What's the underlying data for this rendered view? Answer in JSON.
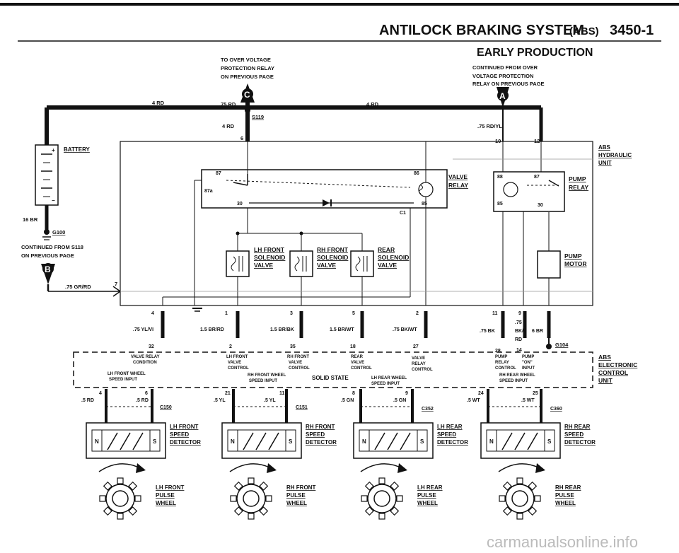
{
  "header": {
    "title": "ANTILOCK BRAKING SYSTEM",
    "title_suffix": "(ABS)",
    "page_number": "3450-1",
    "subtitle": "EARLY PRODUCTION"
  },
  "notes": {
    "overvoltage_line1": "TO OVER VOLTAGE",
    "overvoltage_line2": "PROTECTION RELAY",
    "overvoltage_line3": "ON PREVIOUS PAGE",
    "continued_line1": "CONTINUED FROM OVER",
    "continued_line2": "VOLTAGE PROTECTION",
    "continued_line3": "RELAY ON PREVIOUS PAGE",
    "s118_line1": "CONTINUED FROM S118",
    "s118_line2": "ON PREVIOUS PAGE"
  },
  "connectors": {
    "c": "C",
    "a": "A",
    "b": "B"
  },
  "wires": {
    "rd4_left": "4 RD",
    "rd75": ".75 RD",
    "rd4_right": "4 RD",
    "s119": "S119",
    "rd4_s119": "4 RD",
    "pin6": "6",
    "rdyl": ".75 RD/YL",
    "pin10": "10",
    "pin12": "12",
    "br16": "16 BR",
    "g100": "G100",
    "grrd": ".75 GR/RD",
    "pin7": "7"
  },
  "components": {
    "battery": "BATTERY",
    "abs_hydraulic_1": "ABS",
    "abs_hydraulic_2": "HYDRAULIC",
    "abs_hydraulic_3": "UNIT",
    "valve_relay_1": "VALVE",
    "valve_relay_2": "RELAY",
    "pump_relay_1": "PUMP",
    "pump_relay_2": "RELAY",
    "pump_motor_1": "PUMP",
    "pump_motor_2": "MOTOR",
    "lf_solenoid_1": "LH FRONT",
    "lf_solenoid_2": "SOLENOID",
    "lf_solenoid_3": "VALVE",
    "rf_solenoid_1": "RH FRONT",
    "rf_solenoid_2": "SOLENOID",
    "rf_solenoid_3": "VALVE",
    "rear_solenoid_1": "REAR",
    "rear_solenoid_2": "SOLENOID",
    "rear_solenoid_3": "VALVE",
    "ecu_1": "ABS",
    "ecu_2": "ELECTRONIC",
    "ecu_3": "CONTROL",
    "ecu_4": "UNIT",
    "solid_state": "SOLID STATE"
  },
  "relay_pins": {
    "v87": "87",
    "v87a": "87a",
    "v30": "30",
    "v86": "86",
    "v85": "85",
    "p88": "88",
    "p87": "87",
    "p85": "85",
    "p30": "30",
    "c1": "C1"
  },
  "hu_pins": {
    "p4": "4",
    "p1": "1",
    "p3": "3",
    "p5": "5",
    "p2": "2",
    "p11": "11",
    "p9": "9"
  },
  "hu_wires": {
    "w1": ".75 YL/VI",
    "w2": "1.5 BR/RD",
    "w3": "1.5 BR/BK",
    "w4": "1.5 BR/WT",
    "w5": ".75 BK/WT",
    "w6": ".75 BK",
    "w7a": ".75",
    "w7b": "BK/",
    "w7c": "RD",
    "w8": "6 BR"
  },
  "ecu_pins": {
    "p32": "32",
    "p2": "2",
    "p35": "35",
    "p18": "18",
    "p27": "27",
    "p28": "28",
    "p14": "14",
    "g104": "G104"
  },
  "ecu_functions": {
    "f1a": "VALVE RELAY",
    "f1b": "CONDITION",
    "f2a": "LH FRONT",
    "f2b": "VALVE",
    "f2c": "CONTROL",
    "f3a": "RH FRONT",
    "f3b": "VALVE",
    "f3c": "CONTROL",
    "f4a": "REAR",
    "f4b": "VALVE",
    "f4c": "CONTROL",
    "f5a": "VALVE",
    "f5b": "RELAY",
    "f5c": "CONTROL",
    "f6a": "PUMP",
    "f6b": "RELAY",
    "f6c": "CONTROL",
    "f7a": "PUMP",
    "f7b": "\"ON\"",
    "f7c": "INPUT",
    "lf_speed_a": "LH FRONT WHEEL",
    "lf_speed_b": "SPEED INPUT",
    "rf_speed_a": "RH FRONT WHEEL",
    "rf_speed_b": "SPEED INPUT",
    "lr_speed_a": "LH REAR WHEEL",
    "lr_speed_b": "SPEED INPUT",
    "rr_speed_a": "RH REAR WHEEL",
    "rr_speed_b": "SPEED INPUT"
  },
  "sensor_pins": {
    "p4": "4",
    "p6": "6",
    "p21": "21",
    "p11": "11",
    "p8": "8",
    "p9": "9",
    "p24": "24",
    "p25": "25"
  },
  "sensor_wires": {
    "lf1": ".5 RD",
    "lf2": ".5 RD",
    "rf1": ".5 YL",
    "rf2": ".5 YL",
    "lr1": ".5 GN",
    "lr2": ".5 GN",
    "rr1": ".5 WT",
    "rr2": ".5 WT"
  },
  "sensor_connectors": {
    "c150": "C150",
    "c151": "C151",
    "c352": "C352",
    "c360": "C360"
  },
  "speed_detectors": [
    {
      "l1": "LH FRONT",
      "l2": "SPEED",
      "l3": "DETECTOR"
    },
    {
      "l1": "RH FRONT",
      "l2": "SPEED",
      "l3": "DETECTOR"
    },
    {
      "l1": "LH REAR",
      "l2": "SPEED",
      "l3": "DETECTOR"
    },
    {
      "l1": "RH REAR",
      "l2": "SPEED",
      "l3": "DETECTOR"
    }
  ],
  "pulse_wheels": [
    {
      "l1": "LH FRONT",
      "l2": "PULSE",
      "l3": "WHEEL"
    },
    {
      "l1": "RH FRONT",
      "l2": "PULSE",
      "l3": "WHEEL"
    },
    {
      "l1": "LH REAR",
      "l2": "PULSE",
      "l3": "WHEEL"
    },
    {
      "l1": "RH REAR",
      "l2": "PULSE",
      "l3": "WHEEL"
    }
  ],
  "detector_pole_n": "N",
  "detector_pole_s": "S",
  "watermark": "carmanualsonline.info"
}
